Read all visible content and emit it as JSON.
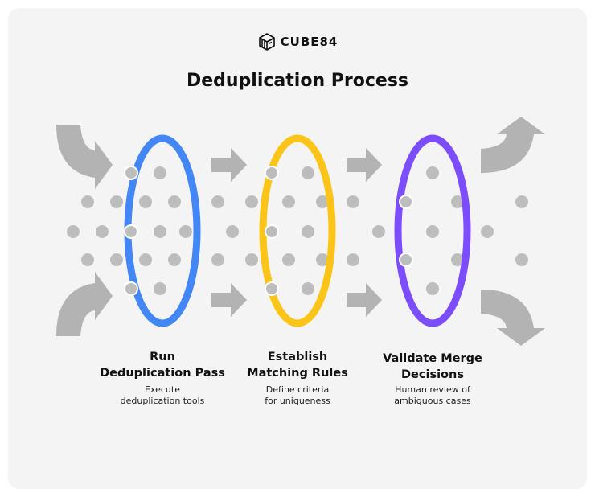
{
  "brand": {
    "name": "CUBE84",
    "icon": "cube-logo-icon"
  },
  "title": "Deduplication Process",
  "colors": {
    "background": "#f4f4f4",
    "arrow": "#b3b3b3",
    "dot": "#bdbdbd",
    "stage_1": "#4287f5",
    "stage_2": "#fcc419",
    "stage_3": "#7c4dff"
  },
  "stages": [
    {
      "label_line1": "Run",
      "label_line2": "Deduplication Pass",
      "desc_line1": "Execute",
      "desc_line2": "deduplication tools",
      "color": "#4287f5"
    },
    {
      "label_line1": "Establish",
      "label_line2": "Matching Rules",
      "desc_line1": "Define criteria",
      "desc_line2": "for uniqueness",
      "color": "#fcc419"
    },
    {
      "label_line1": "Validate Merge",
      "label_line2": "Decisions",
      "desc_line1": "Human review of",
      "desc_line2": "ambiguous cases",
      "color": "#7c4dff"
    }
  ]
}
